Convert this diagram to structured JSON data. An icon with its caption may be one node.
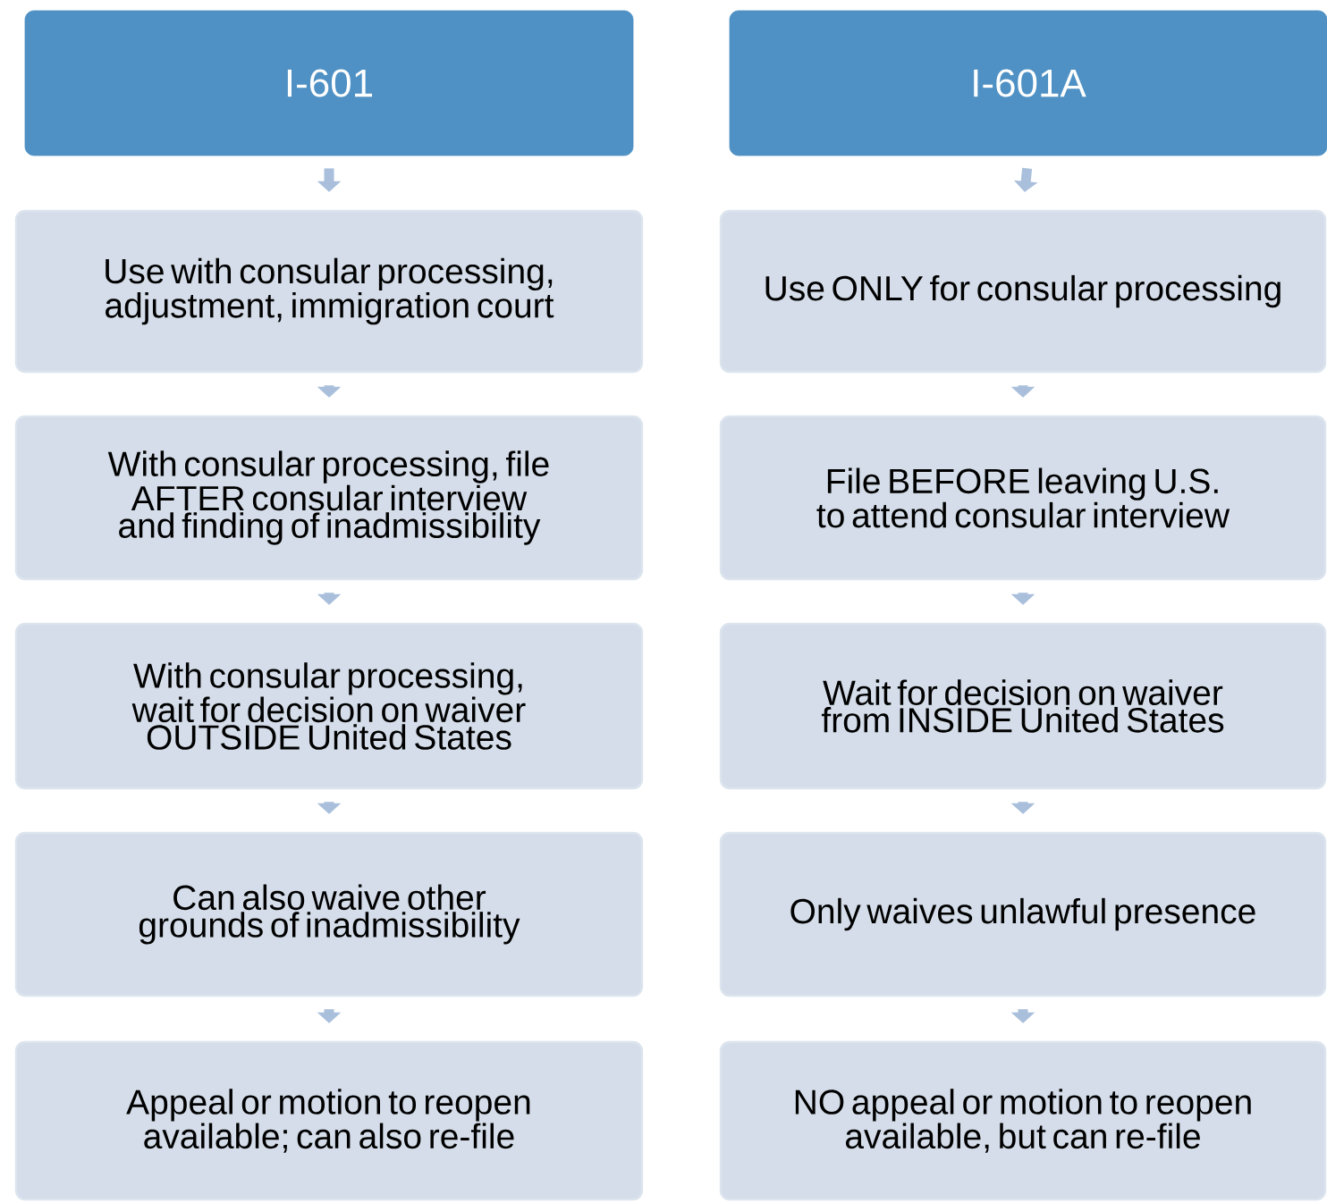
{
  "diagram": {
    "nodes": [
      {
        "text": [
          "I-601"
        ]
      },
      {
        "text": [
          "Use with consular processing, adjustment, immigration court"
        ]
      },
      {
        "text": [
          "With consular processing, file AFTER consular interview and finding of inadmissibility"
        ]
      },
      {
        "text": [
          "With consular processing, wait for decision on waiver OUTSIDE United States"
        ]
      },
      {
        "text": [
          "Can also waive other grounds of inadmissibility"
        ]
      },
      {
        "text": [
          "Appeal or motion to reopen available; can also re-file"
        ]
      },
      {
        "text": [
          "I-601A"
        ]
      },
      {
        "text": [
          "Use ONLY for consular processing"
        ]
      },
      {
        "text": [
          "File BEFORE leaving U.S. to attend consular interview"
        ]
      },
      {
        "text": [
          "Wait for decision on waiver from INSIDE United States"
        ]
      },
      {
        "text": [
          "Only waives unlawful presence"
        ]
      },
      {
        "text": [
          "NO appeal or motion to reopen available, but can re-file"
        ]
      }
    ],
    "edges": [
      {
        "from": 0,
        "to": 1,
        "arrow": "to"
      },
      {
        "from": 1,
        "to": 2,
        "arrow": "to"
      },
      {
        "from": 2,
        "to": 3,
        "arrow": "to"
      },
      {
        "from": 3,
        "to": 4,
        "arrow": "to"
      },
      {
        "from": 4,
        "to": 5,
        "arrow": "to"
      },
      {
        "from": 6,
        "to": 7,
        "arrow": "to"
      },
      {
        "from": 7,
        "to": 8,
        "arrow": "to"
      },
      {
        "from": 8,
        "to": 9,
        "arrow": "to"
      },
      {
        "from": 9,
        "to": 10,
        "arrow": "to"
      },
      {
        "from": 10,
        "to": 11,
        "arrow": "to"
      }
    ]
  }
}
